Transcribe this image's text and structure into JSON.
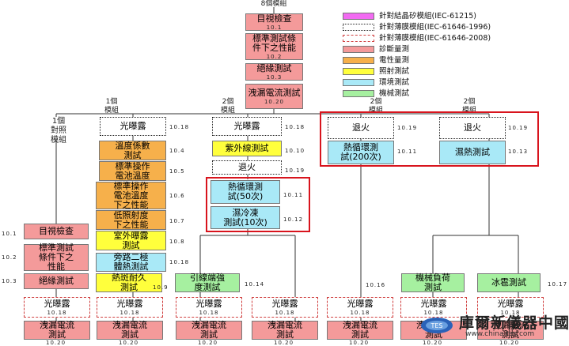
{
  "top_title": "8個模組",
  "legend": [
    {
      "text": "針對結晶矽模組(IEC-61215)",
      "swatch": "pink"
    },
    {
      "text": "針對薄膜模組(IEC-61646-1996)",
      "swatch": "dot"
    },
    {
      "text": "針對薄膜模組(IEC-61646-2008)",
      "swatch": "dash"
    },
    {
      "text": "診斷量測",
      "swatch": "red"
    },
    {
      "text": "電性量測",
      "swatch": "orange"
    },
    {
      "text": "照射測試",
      "swatch": "yellow"
    },
    {
      "text": "環境測試",
      "swatch": "cyan"
    },
    {
      "text": "機械測試",
      "swatch": "green"
    }
  ],
  "groups": {
    "g1": "1個\n對照\n模組",
    "g2": "1個\n模組",
    "g3": "2個\n模組",
    "g4": "2個\n模組",
    "g5": "2個\n模組"
  },
  "main_chain": [
    {
      "text": "目視檢查",
      "num": "10.1"
    },
    {
      "text": "標準測試條\n件下之性能",
      "num": "10.2"
    },
    {
      "text": "絕緣測試",
      "num": "10.3"
    },
    {
      "text": "洩漏電流測試",
      "num": "10.20"
    }
  ],
  "control": [
    {
      "text": "目視檢查",
      "num": "10.1"
    },
    {
      "text": "標準測試\n條件下之\n性能",
      "num": "10.2"
    },
    {
      "text": "絕緣測試",
      "num": "10.3"
    }
  ],
  "col2": {
    "light_soak": "光曝露",
    "light_soak_num": "10.18",
    "items": [
      {
        "text": "溫度係數\n測試",
        "num": "10.4"
      },
      {
        "text": "標準操作\n電池溫度",
        "num": "10.5"
      },
      {
        "text": "標準操作\n電池溫度\n下之性能",
        "num": "10.6"
      },
      {
        "text": "低照射度\n下之性能",
        "num": "10.7"
      },
      {
        "text": "室外曝露\n測試",
        "num": "10.8"
      },
      {
        "text": "旁路二極\n體熱測試",
        "num": "10.18"
      },
      {
        "text": "熱斑耐久\n測試",
        "num": "10.9"
      }
    ]
  },
  "col3": {
    "light_soak": "光曝露",
    "light_soak_num": "10.18",
    "uv": "紫外線測試",
    "uv_num": "10.10",
    "anneal": "退火",
    "anneal_num": "10.19",
    "tc50": "熱循環測\n試(50次)",
    "tc50_num": "10.11",
    "hf10": "濕冷凍\n測試(10次)",
    "hf10_num": "10.12",
    "term": "引線端強\n度測試",
    "term_num": "10.14"
  },
  "col4": {
    "anneal": "退火",
    "anneal_num": "10.19",
    "tc200": "熱循環測\n試(200次)",
    "tc200_num": "10.11",
    "mech": "機械負荷\n測試",
    "mech_num": "10.16"
  },
  "col5": {
    "anneal": "退火",
    "anneal_num": "10.19",
    "dh": "濕熱測試",
    "dh_num": "10.13",
    "hail": "冰雹測試",
    "hail_num": "10.17"
  },
  "bottom": {
    "light_soak": "光曝露",
    "light_soak_num": "10.18",
    "leak": "洩漏電流\n測試",
    "leak_num": "10.20"
  },
  "watermark": {
    "cn": "庫爾新儀器中國",
    "url": "www.china.tes.com"
  }
}
